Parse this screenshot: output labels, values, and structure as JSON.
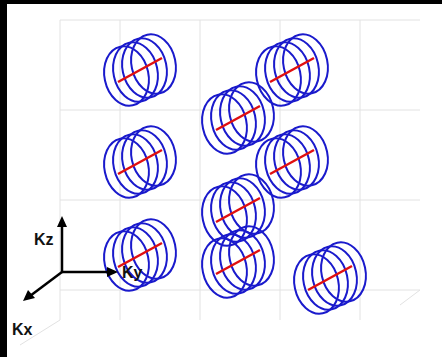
{
  "diagram": {
    "labels": [
      "Kz",
      "Ky",
      "Kx"
    ]
  }
}
